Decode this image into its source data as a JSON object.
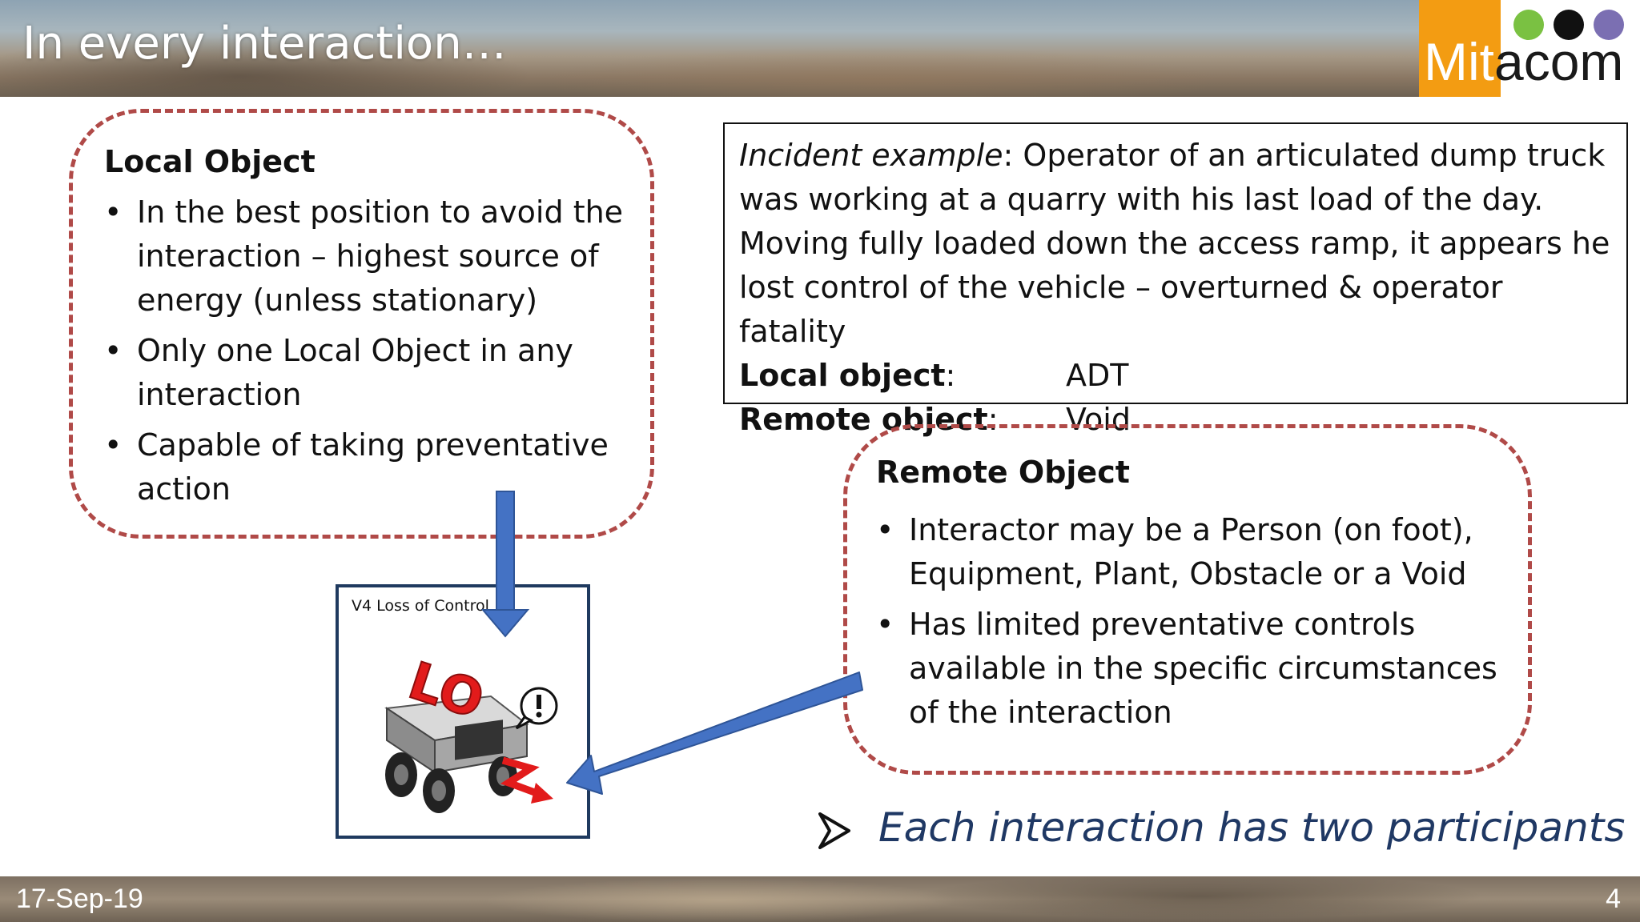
{
  "slide": {
    "title": "In every interaction…",
    "date": "17-Sep-19",
    "page_number": "4"
  },
  "logo": {
    "part1": "Mit",
    "part2": "acom",
    "colors": {
      "orange": "#f39c12",
      "dot1": "#7ac142",
      "dot2": "#111111",
      "dot3": "#7b6fb2"
    }
  },
  "local_object": {
    "heading": "Local Object",
    "bullets": [
      "In the best position to avoid the interaction – highest source of energy (unless stationary)",
      "Only one Local Object in any interaction",
      "Capable of taking preventative action"
    ]
  },
  "incident": {
    "lead": "Incident example",
    "text": ": Operator of an articulated dump truck was working at a quarry with his last load of the day. Moving fully loaded down the access ramp, it appears he lost control of the vehicle – overturned & operator fatality",
    "local_label": "Local object",
    "local_value": "ADT",
    "remote_label": "Remote object",
    "remote_value": "Void",
    "colon": ":"
  },
  "figure": {
    "caption": "V4 Loss of Control",
    "icon_text": "LO"
  },
  "remote_object": {
    "heading": "Remote Object",
    "bullets": [
      "Interactor may be a Person (on foot), Equipment, Plant, Obstacle or a Void",
      "Has limited preventative controls available in the specific circumstances of the interaction"
    ]
  },
  "tagline": "Each interaction has two participants",
  "colors": {
    "dash_border": "#b04a48",
    "arrow_blue": "#4472c4",
    "tagline": "#1f3864",
    "figure_border": "#1f3a5f"
  }
}
